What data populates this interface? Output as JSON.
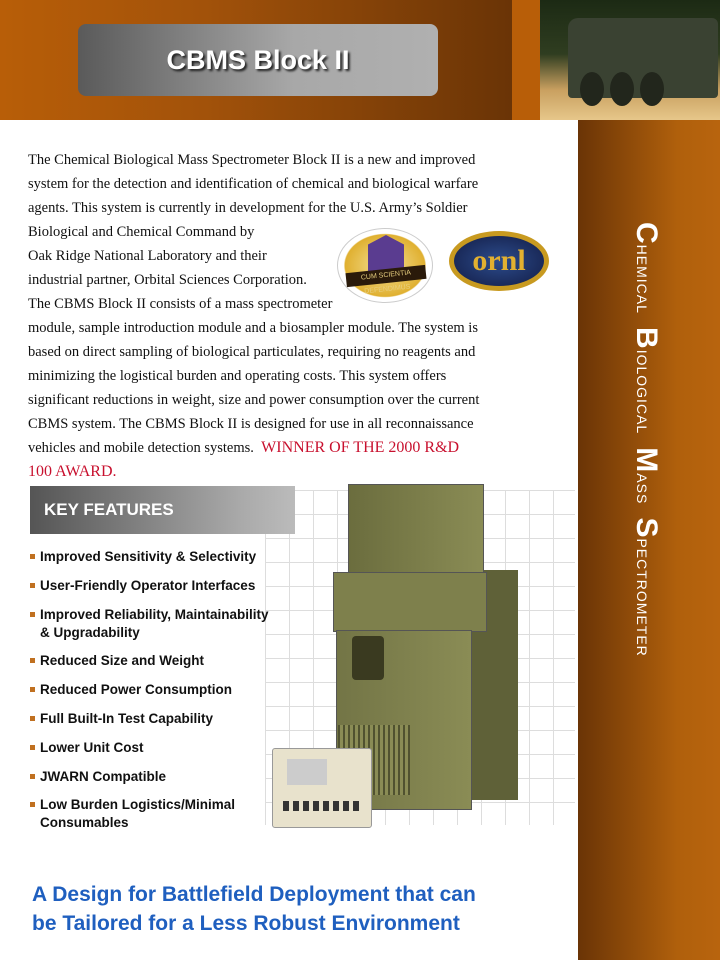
{
  "header": {
    "title": "CBMS Block II"
  },
  "sidebar": {
    "vertical_title": [
      {
        "initial": "C",
        "rest": "hemical"
      },
      {
        "initial": "B",
        "rest": "iological"
      },
      {
        "initial": "M",
        "rest": "ass"
      },
      {
        "initial": "S",
        "rest": "pectrometer"
      }
    ]
  },
  "body": {
    "lines": [
      "The Chemical Biological Mass Spectrometer Block II is a new and improved",
      "system for the detection and identification of chemical and biological warfare",
      "agents. This system is currently in development for the U.S. Army’s Soldier",
      "Biological and Chemical Command by",
      "Oak Ridge National Laboratory and their",
      "industrial partner, Orbital Sciences Corporation.",
      "The CBMS Block II consists of a mass spectrometer",
      "module, sample introduction module and a biosampler module. The system is",
      "based on direct sampling of biological particulates, requiring no reagents and",
      "minimizing the logistical burden and operating costs. This system offers",
      "significant reductions in weight, size and power consumption over the current",
      "CBMS system. The CBMS Block II is designed for use in all reconnaissance",
      "vehicles and mobile detection systems."
    ],
    "award_line1": "WINNER OF THE 2000 R&D",
    "award_line2": "100 AWARD."
  },
  "logos": {
    "sbccom_motto": "CUM SCIENTIA DEFENDIMUS",
    "ornl": "ornl"
  },
  "key_features": {
    "heading": "KEY FEATURES",
    "items": [
      "Improved Sensitivity & Selectivity",
      "User-Friendly Operator Interfaces",
      "Improved Reliability, Maintainability & Upgradability",
      "Reduced Size and Weight",
      "Reduced Power Consumption",
      "Full Built-In Test Capability",
      "Lower Unit Cost",
      "JWARN Compatible",
      "Low Burden Logistics/Minimal Consumables"
    ]
  },
  "footer": {
    "line1": "A Design for Battlefield Deployment that can",
    "line2": "be Tailored for a Less Robust Environment"
  },
  "colors": {
    "orange": "#b85e08",
    "accent_red": "#c8102e",
    "footer_blue": "#1f5fbf"
  }
}
